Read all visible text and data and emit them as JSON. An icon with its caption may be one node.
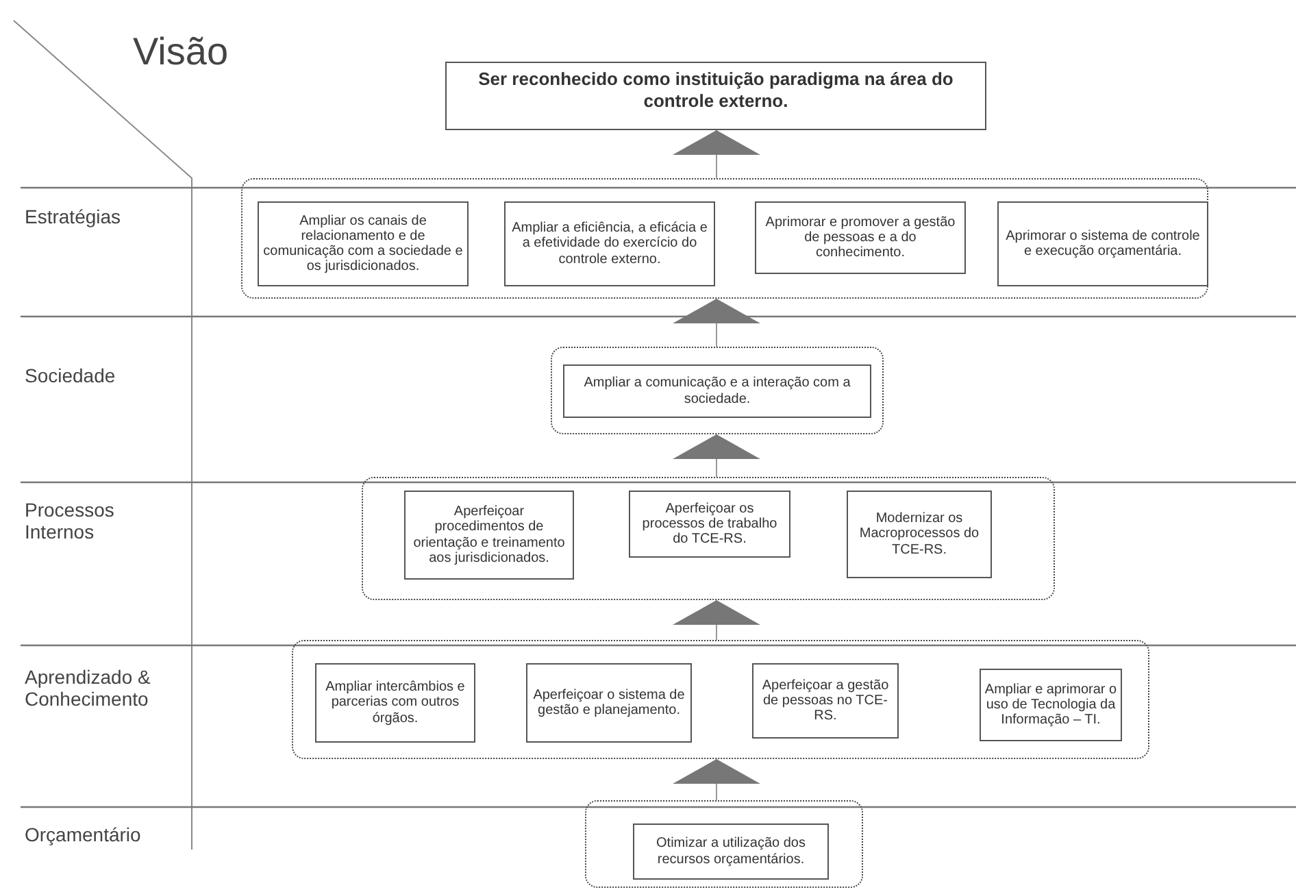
{
  "diagram": {
    "nodes": [
      {
        "text": [
          "Ser reconhecido como instituição paradigma na área do controle externo."
        ]
      },
      {
        "text": [],
        "shape": "box"
      },
      {
        "text": [
          "Ampliar os canais de relacionamento e de comunicação  com a sociedade e os jurisdicionados."
        ],
        "in": 1
      },
      {
        "text": [
          "Ampliar a eficiência, a eficácia e a efetividade do exercício do controle externo."
        ],
        "in": 1
      },
      {
        "text": [
          "Aprimorar e promover a gestão de pessoas e a do conhecimento."
        ],
        "in": 1
      },
      {
        "text": [
          "Aprimorar o sistema de controle e execução orçamentária."
        ],
        "in": 1
      },
      {
        "text": [],
        "shape": "box"
      },
      {
        "text": [
          "Ampliar a comunicação e a interação com a sociedade."
        ],
        "in": 6
      },
      {
        "text": [],
        "shape": "box"
      },
      {
        "text": [
          "Aperfeiçoar procedimentos de orientação e treinamento aos jurisdicionados."
        ],
        "in": 8
      },
      {
        "text": [
          "Aperfeiçoar os processos de trabalho do TCE-RS."
        ],
        "in": 8
      },
      {
        "text": [
          "Modernizar os Macroprocessos do TCE-RS."
        ],
        "in": 8
      },
      {
        "text": [],
        "shape": "box"
      },
      {
        "text": [
          "Ampliar intercâmbios e parcerias com outros órgãos."
        ],
        "in": 12
      },
      {
        "text": [
          "Aperfeiçoar o sistema de gestão e planejamento."
        ],
        "in": 12
      },
      {
        "text": [
          "Aperfeiçoar a gestão de pessoas no TCE-RS."
        ],
        "in": 12
      },
      {
        "text": [
          "Ampliar e aprimorar o uso de Tecnologia da Informação – TI."
        ],
        "in": 12
      },
      {
        "text": [],
        "shape": "box"
      },
      {
        "text": [
          "Otimizar a utilização dos recursos orçamentários."
        ],
        "in": 17
      }
    ],
    "edges": [
      {
        "from": 1,
        "to": 0,
        "arrow": "to"
      },
      {
        "from": 6,
        "to": 1,
        "arrow": "to"
      },
      {
        "from": 8,
        "to": 6,
        "arrow": "to"
      },
      {
        "from": 12,
        "to": 8,
        "arrow": "to"
      },
      {
        "from": 17,
        "to": 12,
        "arrow": "to"
      }
    ],
    "labels": [
      "Visão",
      "Estratégias",
      "Sociedade",
      "Processos Internos",
      "Aprendizado & Conhecimento",
      "Orçamentário"
    ]
  }
}
